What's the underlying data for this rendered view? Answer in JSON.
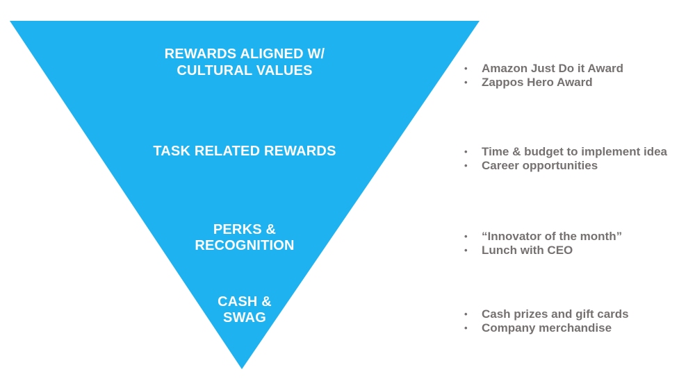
{
  "colors": {
    "pyramid_blue": "#1EB2F0",
    "bullet_gray": "#767171",
    "label_white": "#FFFFFF",
    "background": "#FFFFFF"
  },
  "bullet_char": "•",
  "pyramid": {
    "shape": "inverted-triangle",
    "levels": [
      {
        "label_lines": [
          "REWARDS ALIGNED W/",
          "CULTURAL VALUES"
        ],
        "examples": [
          "Amazon Just Do it Award",
          "Zappos Hero Award"
        ]
      },
      {
        "label_lines": [
          "TASK RELATED REWARDS",
          ""
        ],
        "examples": [
          "Time & budget to implement idea",
          "Career opportunities"
        ]
      },
      {
        "label_lines": [
          "PERKS &",
          "RECOGNITION"
        ],
        "examples": [
          "“Innovator of the month”",
          "Lunch with CEO"
        ]
      },
      {
        "label_lines": [
          "CASH &",
          "SWAG"
        ],
        "examples": [
          "Cash prizes and gift cards",
          "Company merchandise"
        ]
      }
    ]
  }
}
